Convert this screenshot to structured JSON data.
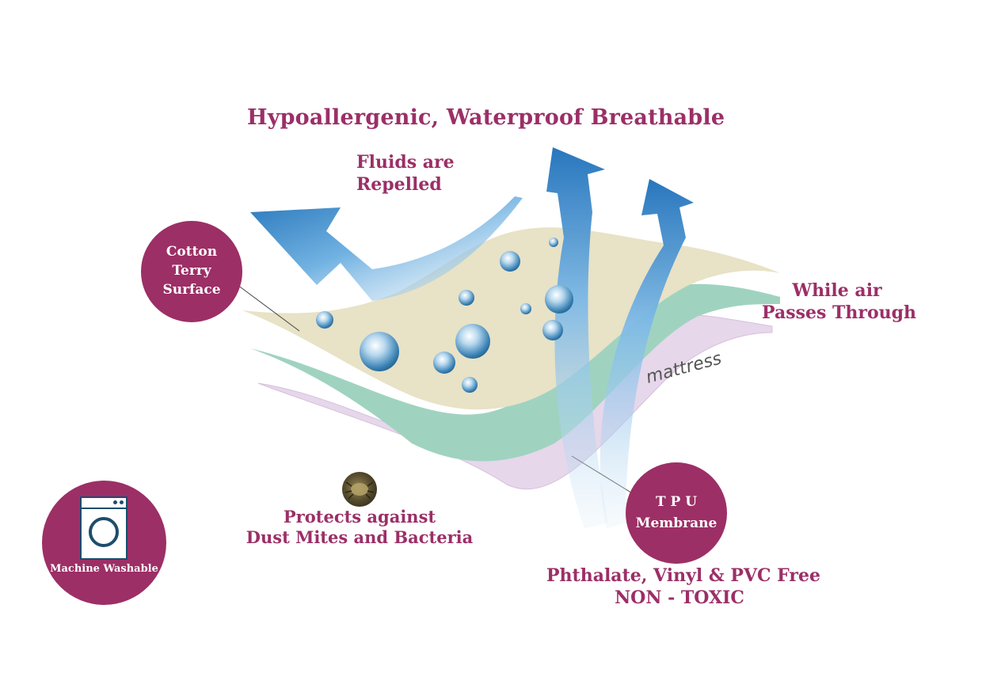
{
  "title": "Hypoallergenic, Waterproof Breathable",
  "fluids": {
    "line1": "Fluids are",
    "line2": "Repelled"
  },
  "air": {
    "line1": "While air",
    "line2": "Passes Through"
  },
  "mattress_label": "mattress",
  "cotton": {
    "line1": "Cotton",
    "line2": "Terry",
    "line3": "Surface"
  },
  "tpu": {
    "line1": "T P U",
    "line2": "Membrane"
  },
  "mites": {
    "line1": "Protects against",
    "line2": "Dust Mites and Bacteria"
  },
  "phthalate": {
    "line1": "Phthalate, Vinyl & PVC Free",
    "line2": "NON - TOXIC"
  },
  "washable": {
    "label": "Machine Washable"
  },
  "colors": {
    "accent": "#9b2f67",
    "cotton_layer": "#e8e2c6",
    "tpu_layer": "#9fd3c0",
    "mattress_layer": "#e6d7ea",
    "arrow": "#2f7fc4"
  }
}
